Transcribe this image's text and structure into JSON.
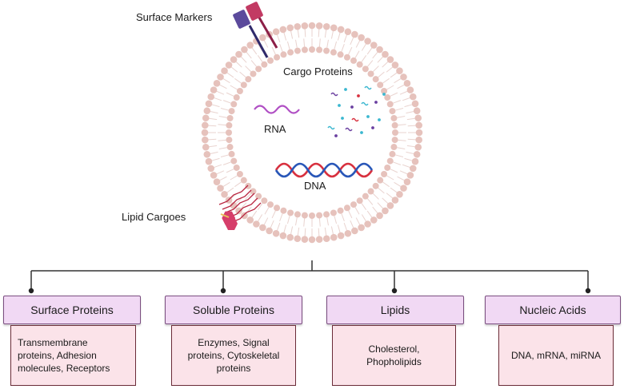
{
  "illustration": {
    "labels": {
      "surface_markers": "Surface Markers",
      "cargo_proteins": "Cargo Proteins",
      "rna": "RNA",
      "dna": "DNA",
      "lipid_cargoes": "Lipid Cargoes"
    },
    "colors": {
      "membrane_bead": "#e6c2bc",
      "marker_purple": "#5b4a9c",
      "marker_pink": "#c23a63",
      "rna": "#b04fc4",
      "dna_red": "#d8313f",
      "dna_blue": "#2957b8",
      "lipid_hexagon": "#d63e6a"
    }
  },
  "categories": [
    {
      "title": "Surface Proteins",
      "description": "Transmembrane\nproteins, Adhesion\nmolecules, Receptors"
    },
    {
      "title": "Soluble Proteins",
      "description": "Enzymes, Signal\nproteins, Cytoskeletal\nproteins"
    },
    {
      "title": "Lipids",
      "description": "Cholesterol,\nPhopholipids"
    },
    {
      "title": "Nucleic Acids",
      "description": "DNA, mRNA, miRNA"
    }
  ]
}
